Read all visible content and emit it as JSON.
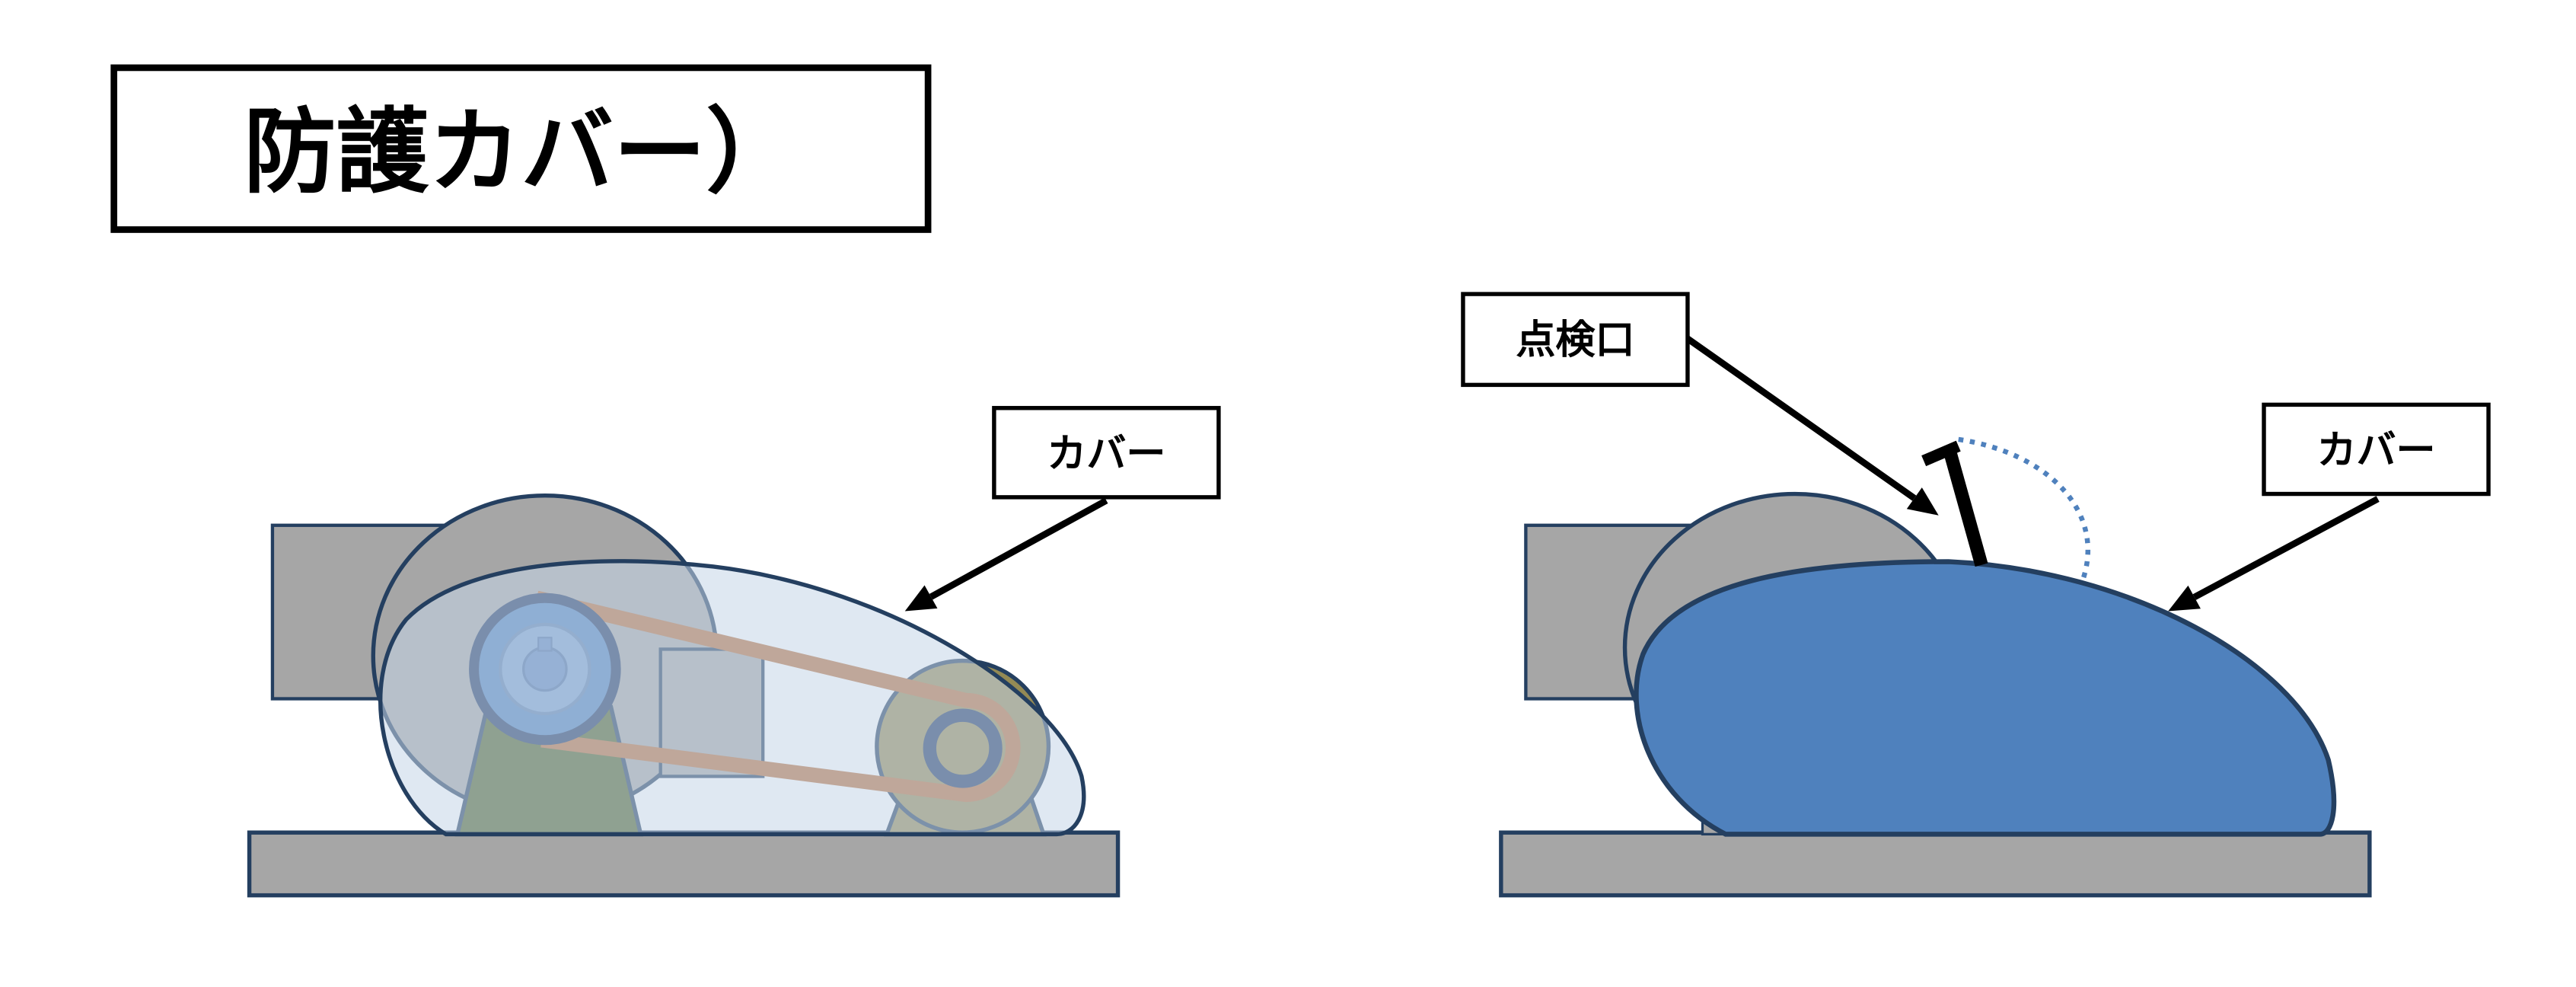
{
  "title": "防護カバー）",
  "left_diagram": {
    "cover_label": "カバー"
  },
  "right_diagram": {
    "inspection_port_label": "点検口",
    "cover_label": "カバー"
  },
  "colors": {
    "machine_gray": "#A6A6A6",
    "outline_navy": "#243F60",
    "cover_blue": "#4F81BD",
    "cover_transparent": "#C5D5E8",
    "belt_brown": "#B8703C",
    "pedestal_green": "#4F6228",
    "pedestal_olive": "#948A54",
    "pulley_blue": "#4F81BD",
    "inspection_door": "#000000"
  }
}
